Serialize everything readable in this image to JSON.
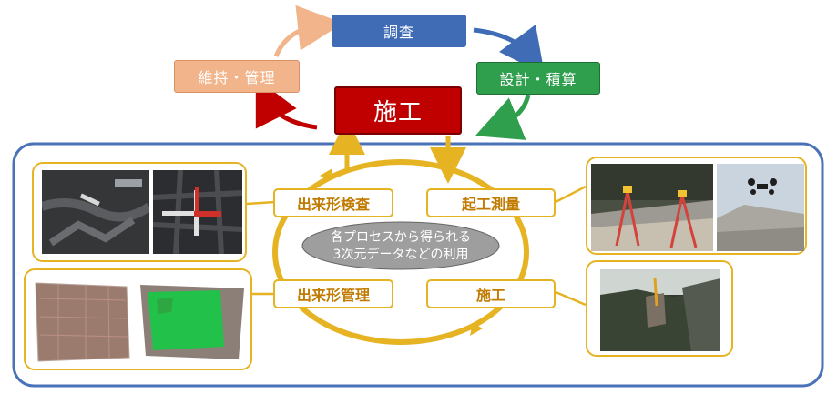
{
  "cycle": {
    "survey": "調査",
    "design": "設計・積算",
    "construction": "施工",
    "maintenance": "維持・管理"
  },
  "process": {
    "inspection": "出来形検査",
    "initial_survey": "起工測量",
    "form_management": "出来形管理",
    "construction": "施工"
  },
  "center": {
    "line1": "各プロセスから得られる",
    "line2": "3次元データなどの利用"
  },
  "colors": {
    "survey": "#3f6cb4",
    "design": "#2f9e4d",
    "construction": "#c00000",
    "maintenance": "#f2b48a",
    "ring": "#e6b323",
    "frame": "#4a72b8"
  }
}
